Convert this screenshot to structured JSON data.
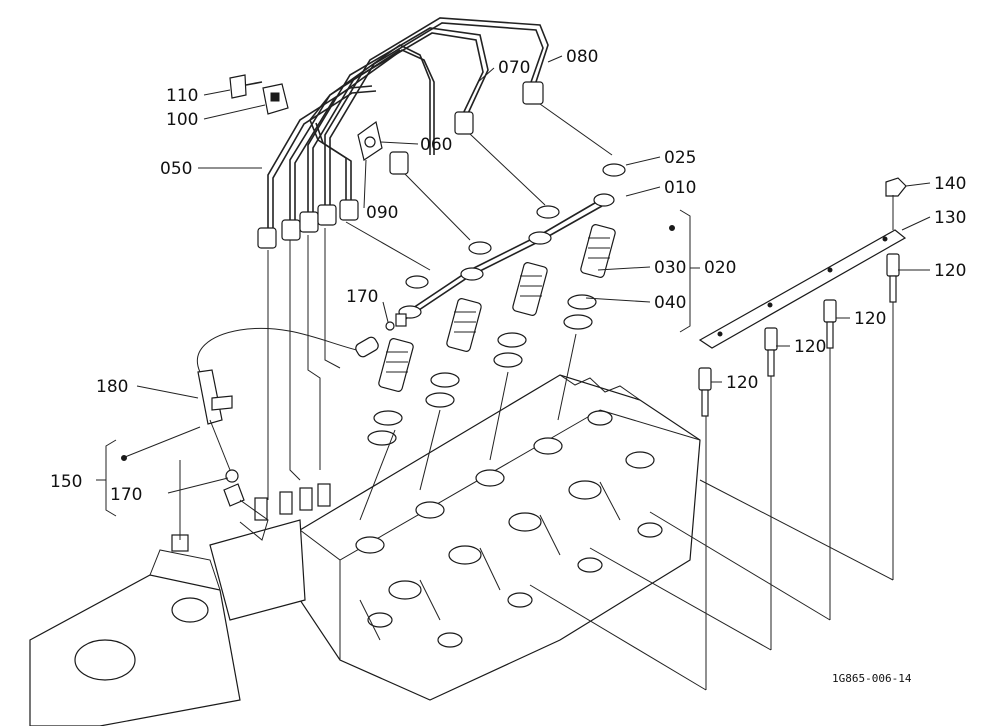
{
  "callouts": {
    "c080": "080",
    "c070": "070",
    "c110": "110",
    "c100": "100",
    "c060": "060",
    "c050": "050",
    "c090": "090",
    "c025": "025",
    "c010": "010",
    "c140": "140",
    "c130": "130",
    "c120a": "120",
    "c120b": "120",
    "c120c": "120",
    "c120d": "120",
    "c170a": "170",
    "c170b": "170",
    "c030": "030",
    "c020": "020",
    "c040": "040",
    "c180": "180",
    "c150": "150"
  },
  "figure_code": "1G865-006-14"
}
